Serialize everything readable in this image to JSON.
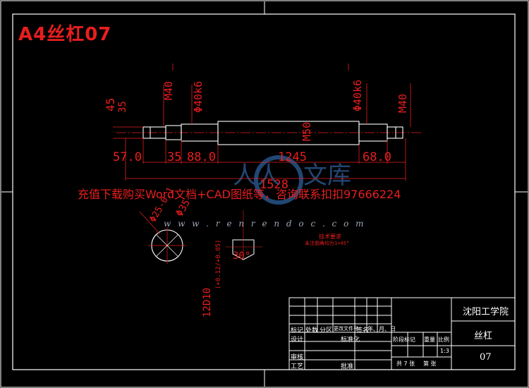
{
  "header": {
    "title": "A4丝杠07"
  },
  "watermark": {
    "text": "充值下载购买Word文档+CAD图纸等，咨询联系扣扣97666224",
    "url": "w w w . r e n r e n d o c . c o m"
  },
  "dimensions": {
    "d_45": "45",
    "d_35_top": "35",
    "d_M40_left": "M40",
    "d_phi40k6_left": "Φ40k6",
    "d_phi40k6_right": "Φ40k6",
    "d_M40_right": "M40",
    "d_M50": "M50",
    "d_57": "57.0",
    "d_35": "35",
    "d_88": "88.0",
    "d_1245": "1245",
    "d_68": "68.0",
    "d_1528": "1528",
    "d_phi35_sec": "Φ35",
    "d_phi25": "Φ25-0.1",
    "d_30": "30°",
    "d_12d10": "12D10",
    "d_tol": "(+0.12/+0.05)"
  },
  "notes": {
    "tech_req_title": "技术要求",
    "tech_req_body": "未注倒角均为1×45°"
  },
  "title_block": {
    "school": "沈阳工学院",
    "part_name": "丝杠",
    "drawing_no": "07",
    "scale_label": "比例",
    "scale": "1:3",
    "weight_label": "重量",
    "stage_label": "阶段标记",
    "sheet_total": "共 7 张",
    "sheet_label": "第 张",
    "rev_cols": [
      "标记",
      "处数",
      "分区",
      "更改文件号",
      "签名",
      "年、月、日"
    ],
    "designer": "设计",
    "standardizer": "标准化",
    "reviewer": "审核",
    "process": "工艺",
    "approve": "批准"
  },
  "colors": {
    "bg": "#000000",
    "frame": "#ffffff",
    "part": "#ffffff",
    "dim": "#e81e1e",
    "center": "#e81e1e"
  }
}
